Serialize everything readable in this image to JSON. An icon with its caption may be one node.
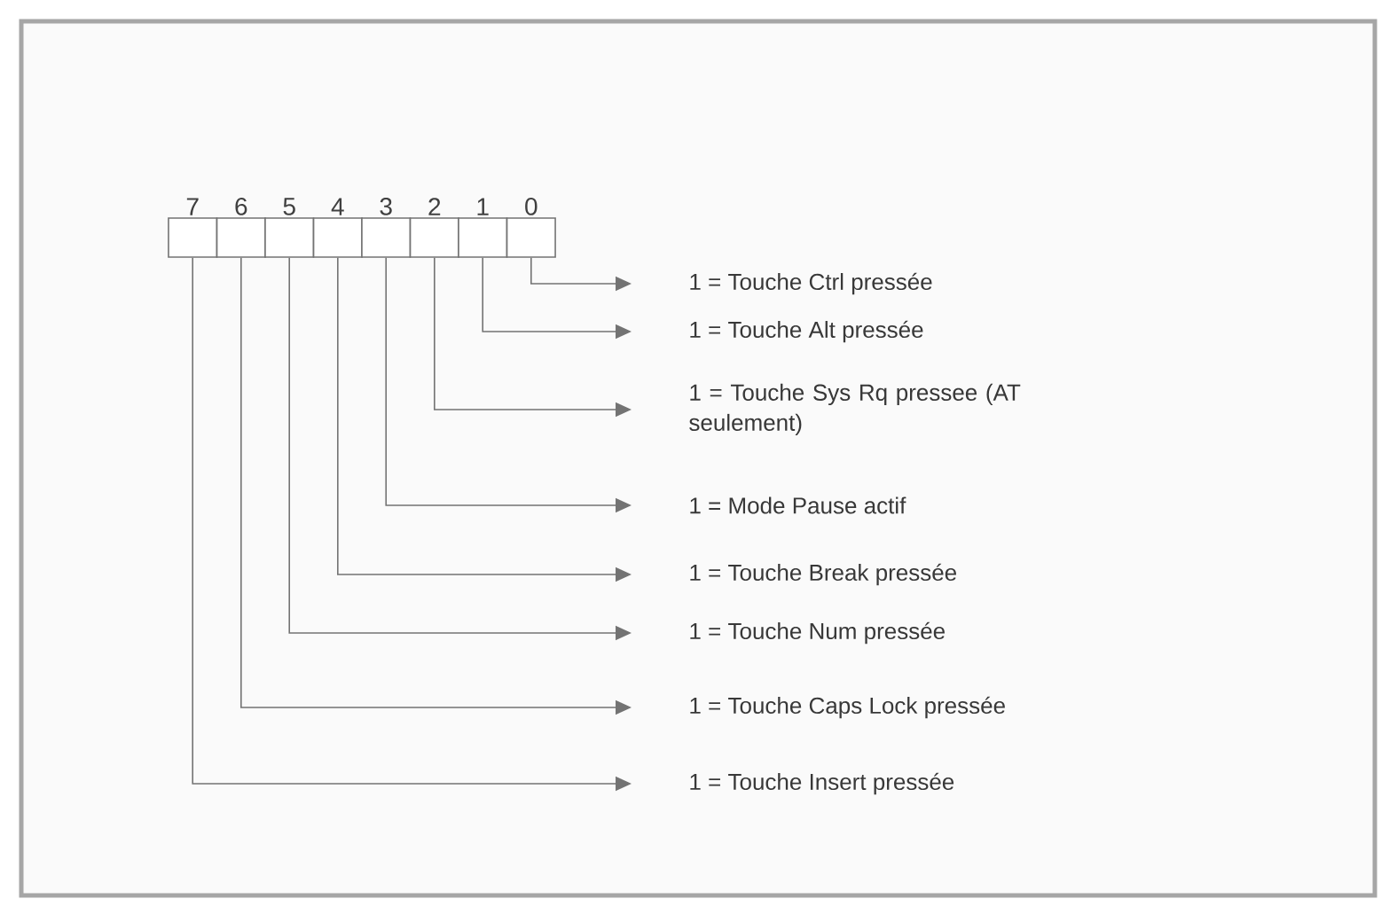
{
  "diagram": {
    "nodes": [
      {
        "text": [
          "7"
        ]
      },
      {
        "text": [
          "6"
        ]
      },
      {
        "text": [
          "5"
        ]
      },
      {
        "text": [
          "4"
        ]
      },
      {
        "text": [
          "3"
        ]
      },
      {
        "text": [
          "2"
        ]
      },
      {
        "text": [
          "1"
        ]
      },
      {
        "text": [
          "0"
        ]
      },
      {
        "text": [
          "1 = Touche Ctrl pressée"
        ]
      },
      {
        "text": [
          "1 = Touche Alt pressée"
        ]
      },
      {
        "text": [
          "1 = Touche Sys Rq pressee (AT seulement)"
        ]
      },
      {
        "text": [
          "1 = Mode Pause actif"
        ]
      },
      {
        "text": [
          "1 = Touche Break pressée"
        ]
      },
      {
        "text": [
          "1 = Touche Num pressée"
        ]
      },
      {
        "text": [
          "1 = Touche Caps Lock pressée"
        ]
      },
      {
        "text": [
          "1 = Touche Insert pressée"
        ]
      }
    ],
    "edges": [
      {
        "from": 7,
        "to": 8,
        "arrow": "to"
      },
      {
        "from": 6,
        "to": 9,
        "arrow": "to"
      },
      {
        "from": 5,
        "to": 10,
        "arrow": "to"
      },
      {
        "from": 4,
        "to": 11,
        "arrow": "to"
      },
      {
        "from": 3,
        "to": 12,
        "arrow": "to"
      },
      {
        "from": 2,
        "to": 13,
        "arrow": "to"
      },
      {
        "from": 1,
        "to": 14,
        "arrow": "to"
      },
      {
        "from": 0,
        "to": 15,
        "arrow": "to"
      }
    ]
  }
}
